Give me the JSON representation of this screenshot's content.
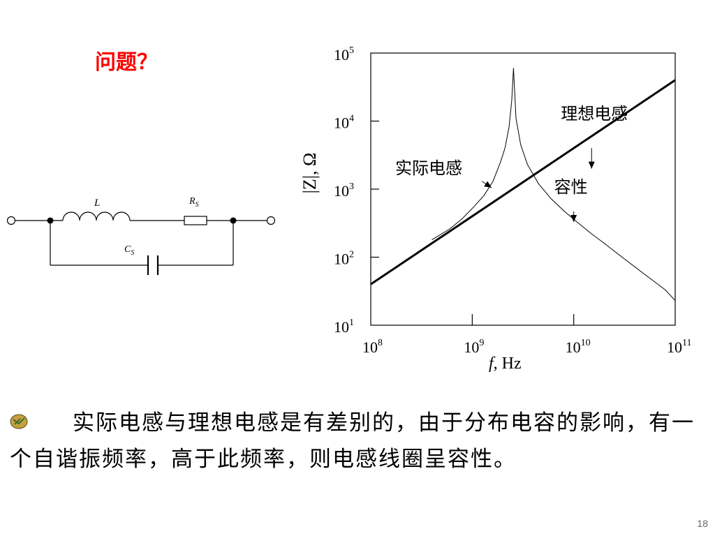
{
  "question": "问题？",
  "circuit": {
    "inductor_label": "L",
    "resistor_label": "R",
    "resistor_sub": "S",
    "capacitor_label": "C",
    "capacitor_sub": "S"
  },
  "chart_data": {
    "type": "line",
    "xscale": "log",
    "yscale": "log",
    "xlim": [
      100000000.0,
      100000000000.0
    ],
    "ylim": [
      10,
      100000
    ],
    "xlabel_italic": "f",
    "xlabel_rest": ", Hz",
    "ylabel": "|Z|, Ω",
    "x_ticks": [
      {
        "base": "10",
        "exp": "8"
      },
      {
        "base": "10",
        "exp": "9"
      },
      {
        "base": "10",
        "exp": "10"
      },
      {
        "base": "10",
        "exp": "11"
      }
    ],
    "y_ticks": [
      {
        "base": "10",
        "exp": "1"
      },
      {
        "base": "10",
        "exp": "2"
      },
      {
        "base": "10",
        "exp": "3"
      },
      {
        "base": "10",
        "exp": "4"
      },
      {
        "base": "10",
        "exp": "5"
      }
    ],
    "series": [
      {
        "name": "理想电感",
        "x": [
          100000000.0,
          100000000000.0
        ],
        "y": [
          40,
          40000
        ]
      },
      {
        "name": "实际电感",
        "x": [
          400000000.0,
          600000000.0,
          800000000.0,
          1000000000.0,
          1300000000.0,
          1600000000.0,
          1900000000.0,
          2100000000.0,
          2300000000.0,
          2450000000.0,
          2550000000.0,
          2700000000.0,
          3000000000.0,
          3500000000.0,
          4500000000.0,
          6000000000.0,
          8000000000.0,
          10000000000.0,
          15000000000.0,
          20000000000.0,
          30000000000.0,
          50000000000.0,
          80000000000.0,
          100000000000.0
        ],
        "y": [
          180,
          260,
          370,
          520,
          800,
          1300,
          2500,
          4000,
          8000,
          20000,
          60000,
          11000,
          4500,
          2300,
          1200,
          720,
          480,
          360,
          220,
          160,
          100,
          56,
          33,
          23
        ]
      }
    ],
    "annotations": [
      {
        "text": "理想电感",
        "x": 15000000000.0,
        "y": 5000
      },
      {
        "text": "实际电感",
        "x": 1550000000.0,
        "y": 1100
      },
      {
        "text": "容性",
        "x": 10000000000.0,
        "y": 580
      }
    ]
  },
  "body_text": "实际电感与理想电感是有差别的，由于分布电容的影响，有一个自谐振频率，高于此频率，则电感线圈呈容性。",
  "page_number": "18"
}
